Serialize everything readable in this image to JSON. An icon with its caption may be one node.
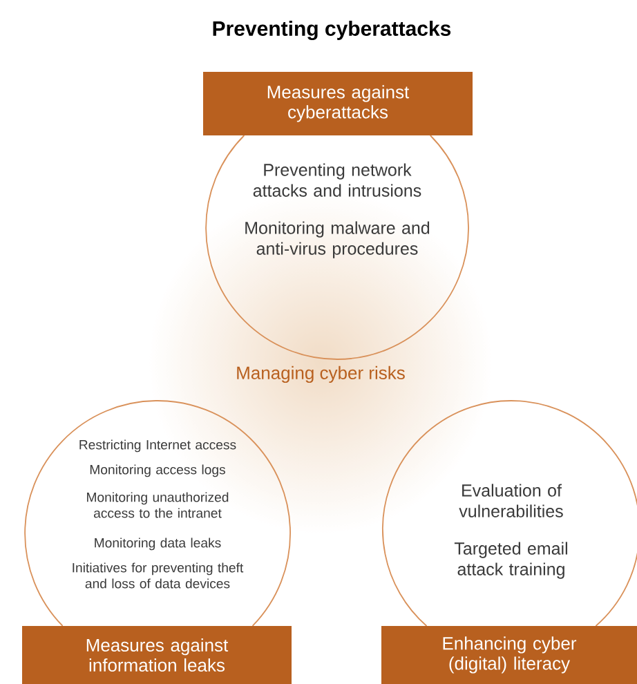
{
  "diagram": {
    "title": "Preventing cyberattacks",
    "nodes": [
      {
        "text": [
          "Managing cyber risks"
        ]
      },
      {
        "text": [
          "Measures against cyberattacks",
          "Preventing network attacks and intrusions",
          "Monitoring malware and anti-virus procedures"
        ]
      },
      {
        "text": [
          "Restricting Internet access",
          "Monitoring access logs",
          "Monitoring unauthorized access to the intranet",
          "Monitoring data leaks",
          "Initiatives for preventing theft and loss of data devices",
          "Measures against information leaks"
        ]
      },
      {
        "text": [
          "Evaluation of vulnerabilities",
          "Targeted email attack training",
          "Enhancing cyber (digital) literacy"
        ]
      }
    ],
    "edges": []
  }
}
